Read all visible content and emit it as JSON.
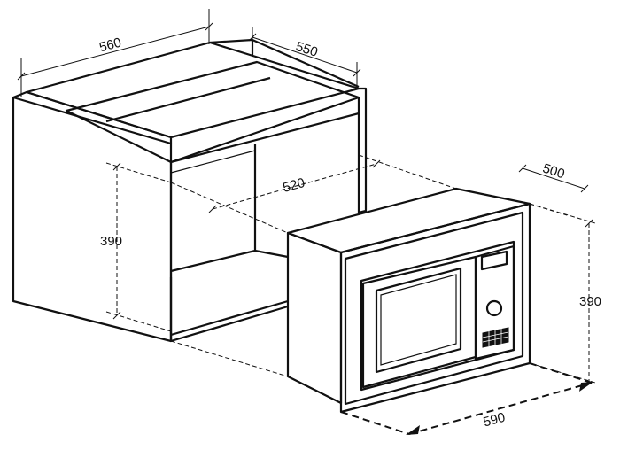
{
  "diagram": {
    "dimensions": {
      "cabinet_width": "560",
      "cabinet_depth": "550",
      "cabinet_height": "390",
      "opening_width": "520",
      "appliance_depth": "500",
      "appliance_height": "390",
      "frame_width": "590"
    }
  }
}
